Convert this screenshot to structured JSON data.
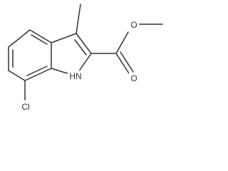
{
  "molecule": {
    "atoms": [
      {
        "id": "cl",
        "label": "Cl"
      },
      {
        "id": "nh",
        "label": "HN"
      },
      {
        "id": "o1",
        "label": "O"
      },
      {
        "id": "o2",
        "label": "O"
      }
    ]
  }
}
